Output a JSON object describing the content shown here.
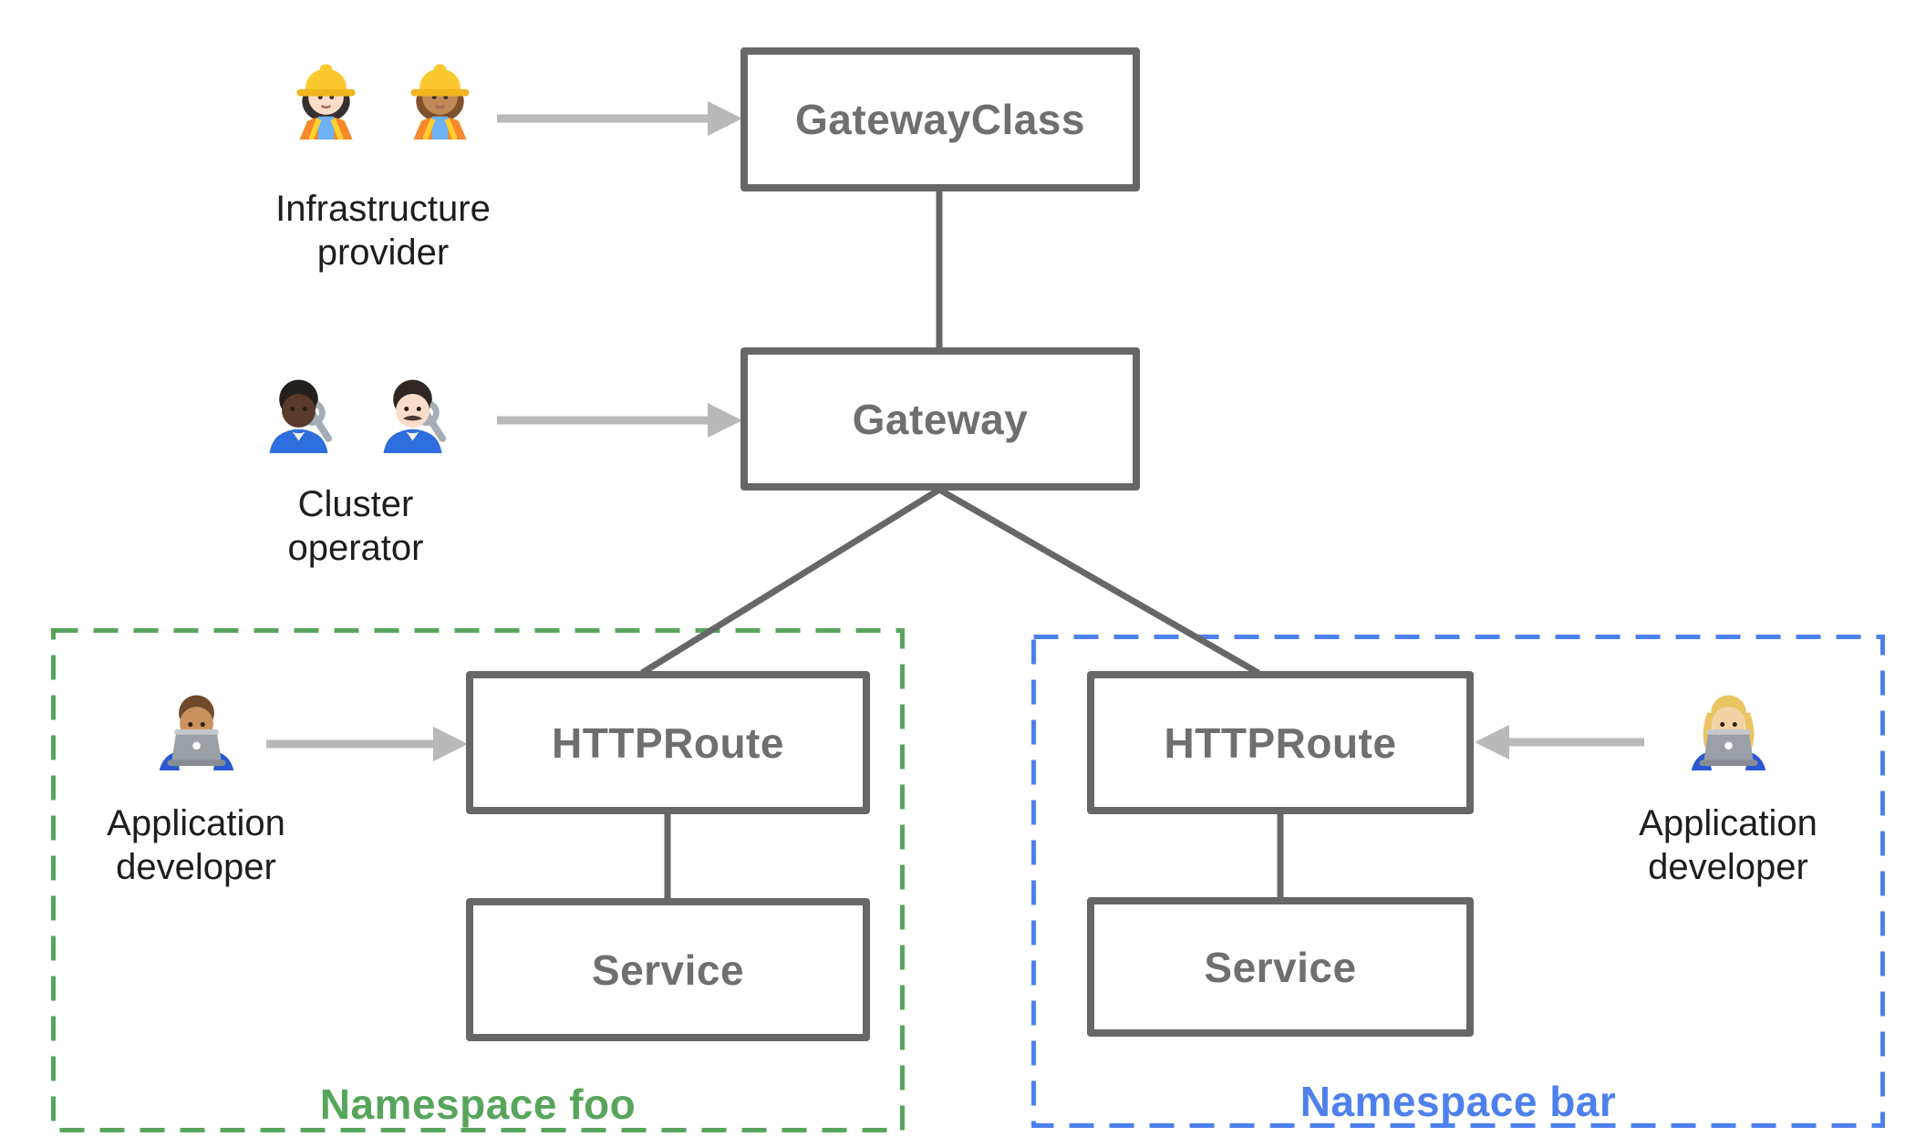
{
  "nodes": {
    "gateway_class": "GatewayClass",
    "gateway": "Gateway",
    "httproute_foo": "HTTPRoute",
    "service_foo": "Service",
    "httproute_bar": "HTTPRoute",
    "service_bar": "Service"
  },
  "personas": {
    "infrastructure_provider": {
      "label": "Infrastructure provider",
      "icons": [
        "woman-construction-worker-light-skin",
        "woman-construction-worker-medium-skin"
      ]
    },
    "cluster_operator": {
      "label": "Cluster operator",
      "icons": [
        "mechanic-dark-skin",
        "man-mechanic-light-skin"
      ]
    },
    "application_developer_foo": {
      "label": "Application developer",
      "icons": [
        "man-technologist-at-laptop"
      ]
    },
    "application_developer_bar": {
      "label": "Application developer",
      "icons": [
        "woman-technologist-at-laptop"
      ]
    }
  },
  "namespaces": {
    "foo": {
      "label": "Namespace foo",
      "accent": "#57a55c"
    },
    "bar": {
      "label": "Namespace bar",
      "accent": "#4e80ed"
    }
  },
  "colors": {
    "box_border": "#676767",
    "box_label": "#6f6f6f",
    "connector_line": "#676767",
    "persona_arrow": "#b9b9b9",
    "persona_label": "#1d1d1d",
    "canvas_background": "#ffffff"
  }
}
